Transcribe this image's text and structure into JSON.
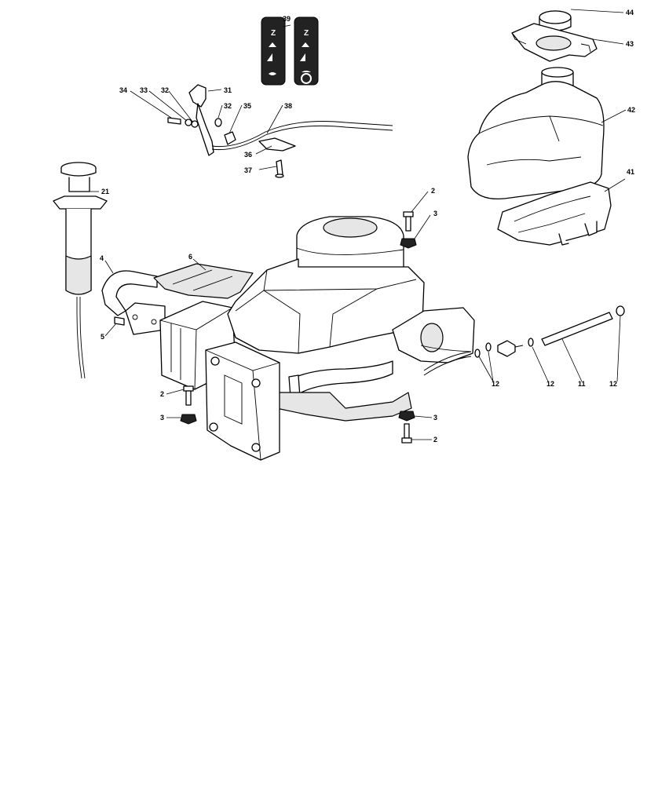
{
  "callouts": [
    {
      "id": "c44",
      "label": "44"
    },
    {
      "id": "c43",
      "label": "43"
    },
    {
      "id": "c39",
      "label": "39"
    },
    {
      "id": "c34",
      "label": "34"
    },
    {
      "id": "c33",
      "label": "33"
    },
    {
      "id": "c32a",
      "label": "32"
    },
    {
      "id": "c31",
      "label": "31"
    },
    {
      "id": "c32b",
      "label": "32"
    },
    {
      "id": "c35",
      "label": "35"
    },
    {
      "id": "c38",
      "label": "38"
    },
    {
      "id": "c42",
      "label": "42"
    },
    {
      "id": "c36",
      "label": "36"
    },
    {
      "id": "c37",
      "label": "37"
    },
    {
      "id": "c21",
      "label": "21"
    },
    {
      "id": "c41",
      "label": "41"
    },
    {
      "id": "c2a",
      "label": "2"
    },
    {
      "id": "c3a",
      "label": "3"
    },
    {
      "id": "c4",
      "label": "4"
    },
    {
      "id": "c6",
      "label": "6"
    },
    {
      "id": "c5",
      "label": "5"
    },
    {
      "id": "c12a",
      "label": "12"
    },
    {
      "id": "c12b",
      "label": "12"
    },
    {
      "id": "c11",
      "label": "11"
    },
    {
      "id": "c12c",
      "label": "12"
    },
    {
      "id": "c2b",
      "label": "2"
    },
    {
      "id": "c3b",
      "label": "3"
    },
    {
      "id": "c3c",
      "label": "3"
    },
    {
      "id": "c2c",
      "label": "2"
    }
  ]
}
